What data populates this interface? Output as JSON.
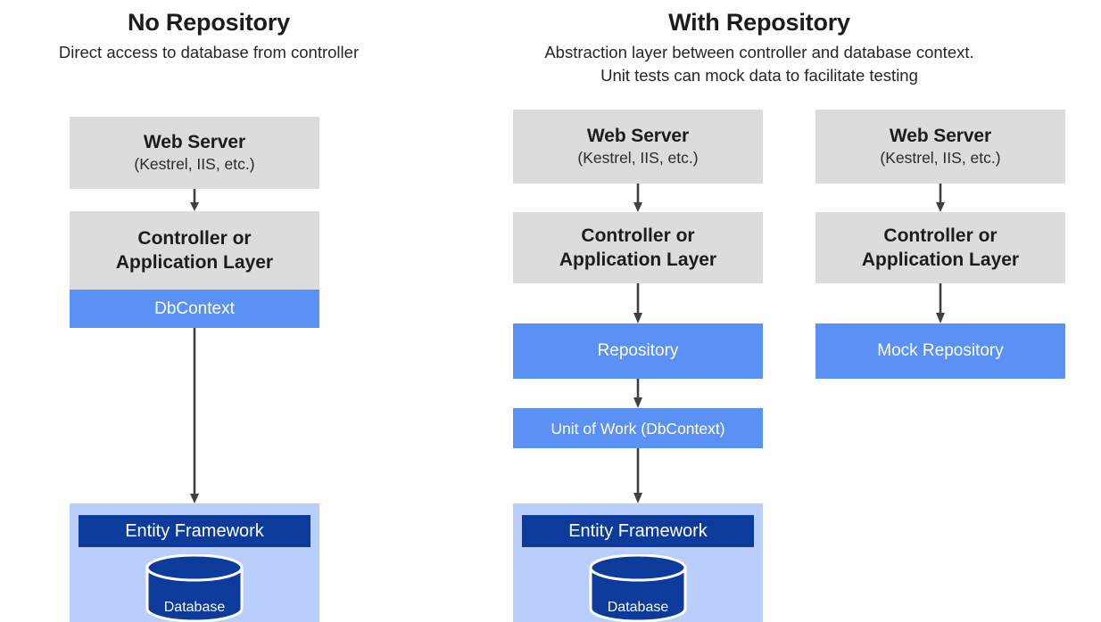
{
  "colors": {
    "gray_box": "#dcdcdc",
    "blue_box": "#5b91f5",
    "light_blue_container": "#b9cefb",
    "navy": "#0c3b9b",
    "arrow": "#404040",
    "text_dark": "#1c1c1c",
    "text_light": "#ffffff"
  },
  "panels": {
    "left": {
      "title": "No Repository",
      "subtitle_lines": [
        "Direct access to database from controller"
      ]
    },
    "right": {
      "title": "With Repository",
      "subtitle_lines": [
        "Abstraction layer between controller and database context.",
        "Unit tests can mock data to facilitate testing"
      ]
    }
  },
  "columns": {
    "no_repository": {
      "web_server": {
        "line1": "Web Server",
        "line2": "(Kestrel, IIS, etc.)"
      },
      "controller": {
        "line1": "Controller or",
        "line2": "Application Layer"
      },
      "dbcontext": {
        "label": "DbContext"
      },
      "entity_framework": {
        "bar_label": "Entity Framework",
        "database_label": "Database"
      }
    },
    "with_repository": {
      "web_server": {
        "line1": "Web Server",
        "line2": "(Kestrel, IIS, etc.)"
      },
      "controller": {
        "line1": "Controller or",
        "line2": "Application Layer"
      },
      "repository": {
        "label": "Repository"
      },
      "unit_of_work": {
        "label": "Unit of Work (DbContext)"
      },
      "entity_framework": {
        "bar_label": "Entity Framework",
        "database_label": "Database"
      }
    },
    "mock_testing": {
      "web_server": {
        "line1": "Web Server",
        "line2": "(Kestrel, IIS, etc.)"
      },
      "controller": {
        "line1": "Controller or",
        "line2": "Application Layer"
      },
      "mock_repository": {
        "label": "Mock Repository"
      }
    }
  }
}
